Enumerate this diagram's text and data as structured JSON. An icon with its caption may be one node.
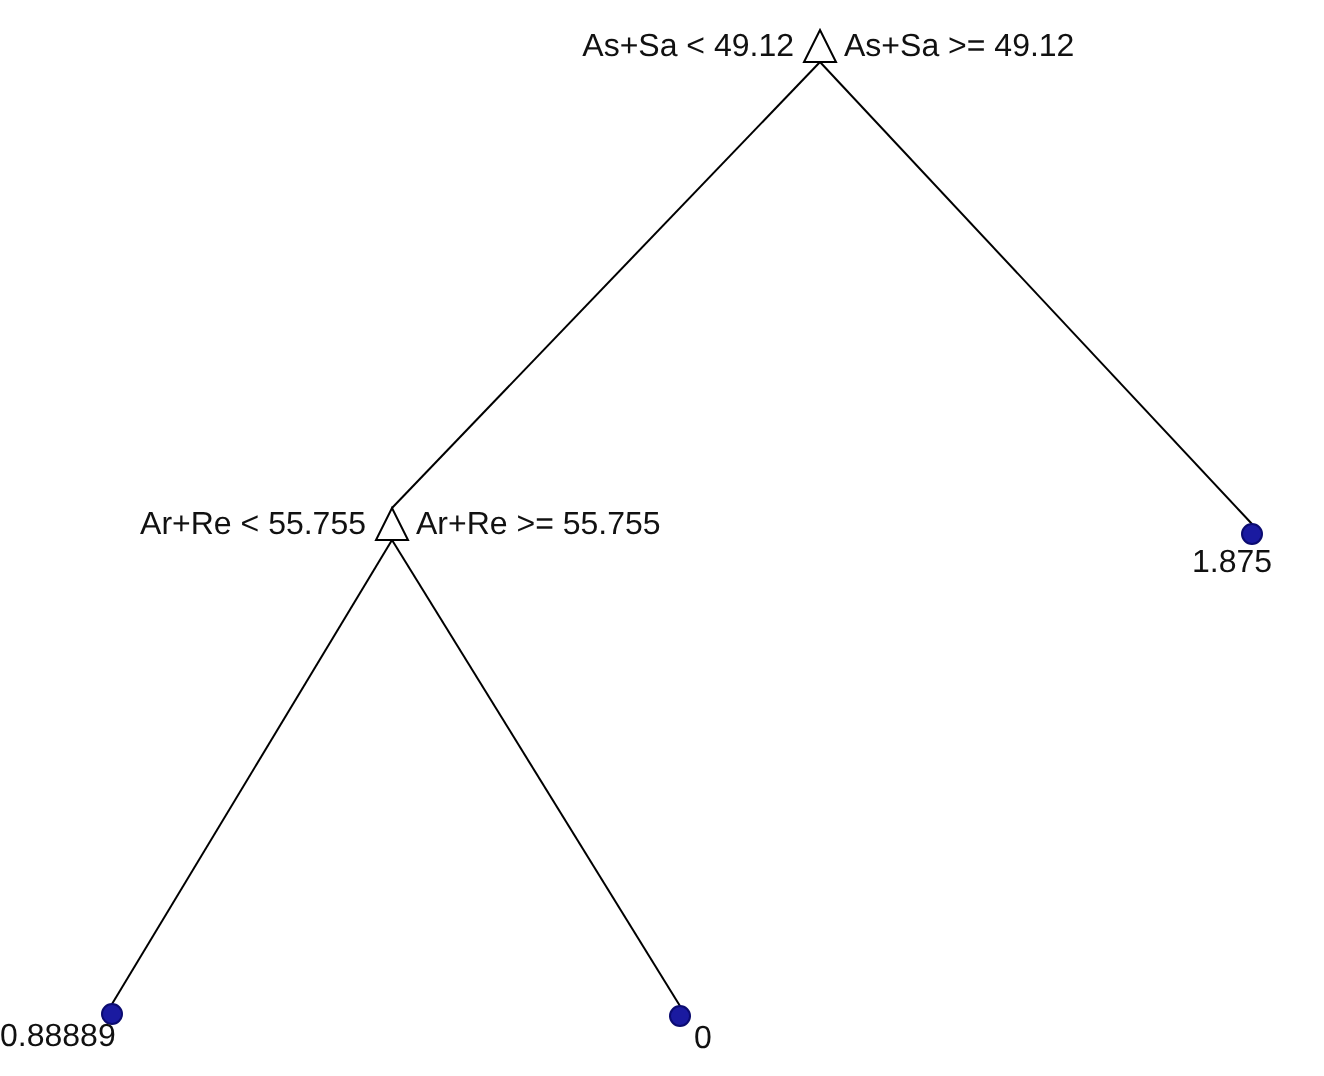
{
  "diagram": {
    "nodes": [
      {
        "text": [],
        "shape": "triangle",
        "beside": [
          "As+Sa < 49.12",
          "As+Sa >= 49.12"
        ]
      },
      {
        "text": [],
        "shape": "triangle",
        "beside": [
          "Ar+Re < 55.755",
          "Ar+Re >= 55.755"
        ]
      },
      {
        "text": [],
        "shape": "circle",
        "beside": [
          "1.875"
        ]
      },
      {
        "text": [],
        "shape": "circle",
        "beside": [
          "0.88889"
        ]
      },
      {
        "text": [],
        "shape": "circle",
        "beside": [
          "0"
        ]
      }
    ],
    "edges": [
      {
        "from": 0,
        "to": 1,
        "arrow": "none"
      },
      {
        "from": 0,
        "to": 2,
        "arrow": "none"
      },
      {
        "from": 1,
        "to": 3,
        "arrow": "none"
      },
      {
        "from": 1,
        "to": 4,
        "arrow": "none"
      }
    ]
  }
}
